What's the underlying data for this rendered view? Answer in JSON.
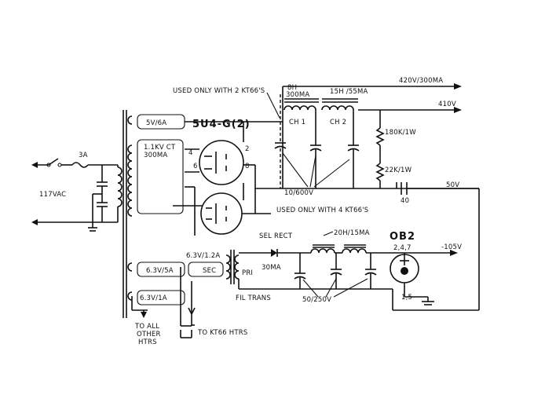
{
  "labels": {
    "v420": "420V/300MA",
    "v410": "410V",
    "v50": "50V",
    "v105": "-105V",
    "used_2": "USED ONLY WITH 2 KT66'S",
    "used_4": "USED ONLY WITH 4 KT66'S",
    "ch1_val": "8H",
    "ch1_cur": "300MA",
    "ch1": "CH 1",
    "ch2_val": "15H /55MA",
    "ch2": "CH 2",
    "r180": "180K/1W",
    "r22": "22K/1W",
    "cap_main": "10/600V",
    "cap_40": "40",
    "tube_5u4": "5U4-G(2)",
    "fil_5v": "5V/6A",
    "hv_sec_1": "1.1KV CT",
    "hv_sec_2": "300MA",
    "fuse": "3A",
    "mains": "117VAC",
    "fil_63_5a": "6.3V/5A",
    "fil_63_1a": "6.3V/1A",
    "fil_63_12a": "6.3V/1.2A",
    "sec": "SEC",
    "pri": "PRI",
    "ma30": "30MA",
    "fil_trans": "FIL TRANS",
    "sel_rect": "SEL RECT",
    "choke_20h": "20H/15MA",
    "cap_50": "50/250V",
    "tube_0b2": "OB2",
    "pins_247": "2,4,7",
    "pins_15": "1,5",
    "pin2": "2",
    "pin4": "4",
    "pin6": "6",
    "pin8": "8",
    "to_all_1": "TO ALL",
    "to_all_2": "OTHER",
    "to_all_3": "HTRS",
    "to_kt66": "TO KT66 HTRS"
  }
}
